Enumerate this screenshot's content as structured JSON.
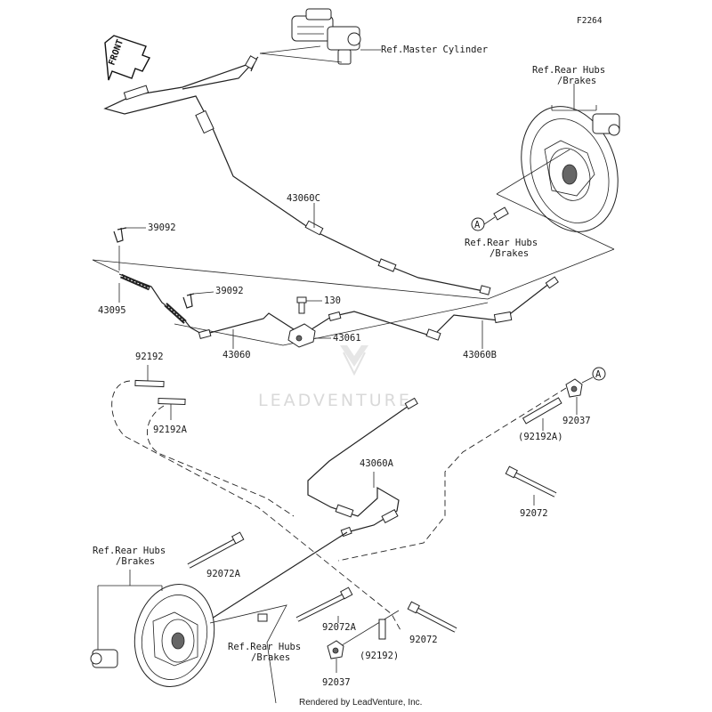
{
  "diagram_code": "F2264",
  "front_label": "FRONT",
  "refs": {
    "master_cylinder": "Ref.Master Cylinder",
    "rear_hubs_top_1": "Ref.Rear Hubs",
    "rear_hubs_top_2": "/Brakes",
    "rear_hubs_mid_1": "Ref.Rear Hubs",
    "rear_hubs_mid_2": "/Brakes",
    "rear_hubs_left_1": "Ref.Rear Hubs",
    "rear_hubs_left_2": "/Brakes",
    "rear_hubs_bottom_1": "Ref.Rear Hubs",
    "rear_hubs_bottom_2": "/Brakes"
  },
  "callout_a": "A",
  "parts": {
    "p43060C": "43060C",
    "p39092_upper": "39092",
    "p39092_lower": "39092",
    "p43095": "43095",
    "p130": "130",
    "p43061": "43061",
    "p43060": "43060",
    "p43060B": "43060B",
    "p92192": "92192",
    "p92192A": "92192A",
    "p92037_right": "92037",
    "p92192A_paren": "(92192A)",
    "p43060A": "43060A",
    "p92072_right": "92072",
    "p92072A_left": "92072A",
    "p92072A_mid": "92072A",
    "p92072_bottom": "92072",
    "p92192_paren": "(92192)",
    "p92037_bottom": "92037"
  },
  "watermark": "LEADVENTURE",
  "credit": "Rendered by LeadVenture, Inc."
}
